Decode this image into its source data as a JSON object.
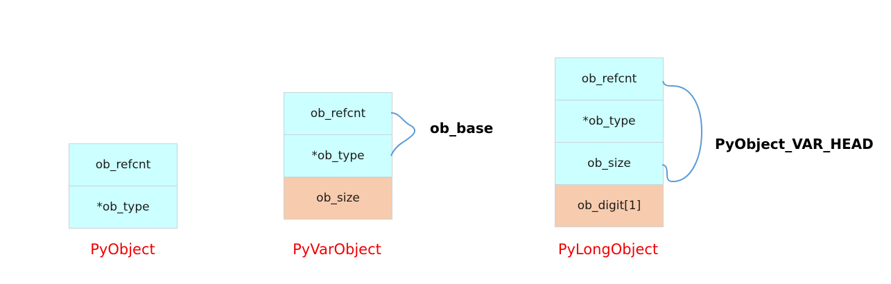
{
  "pyobject": {
    "fields": [
      "ob_refcnt",
      "*ob_type"
    ],
    "label": "PyObject"
  },
  "pyvarobject": {
    "fields": [
      "ob_refcnt",
      "*ob_type",
      "ob_size"
    ],
    "label": "PyVarObject",
    "brace_label": "ob_base"
  },
  "pylongobject": {
    "fields": [
      "ob_refcnt",
      "*ob_type",
      "ob_size",
      "ob_digit[1]"
    ],
    "label": "PyLongObject",
    "brace_label": "PyObject_VAR_HEAD"
  },
  "colors": {
    "header_fill": "#ccffff",
    "extra_fill": "#f7cbad",
    "label_red": "#ee0000",
    "brace_blue": "#5b9bd5"
  }
}
